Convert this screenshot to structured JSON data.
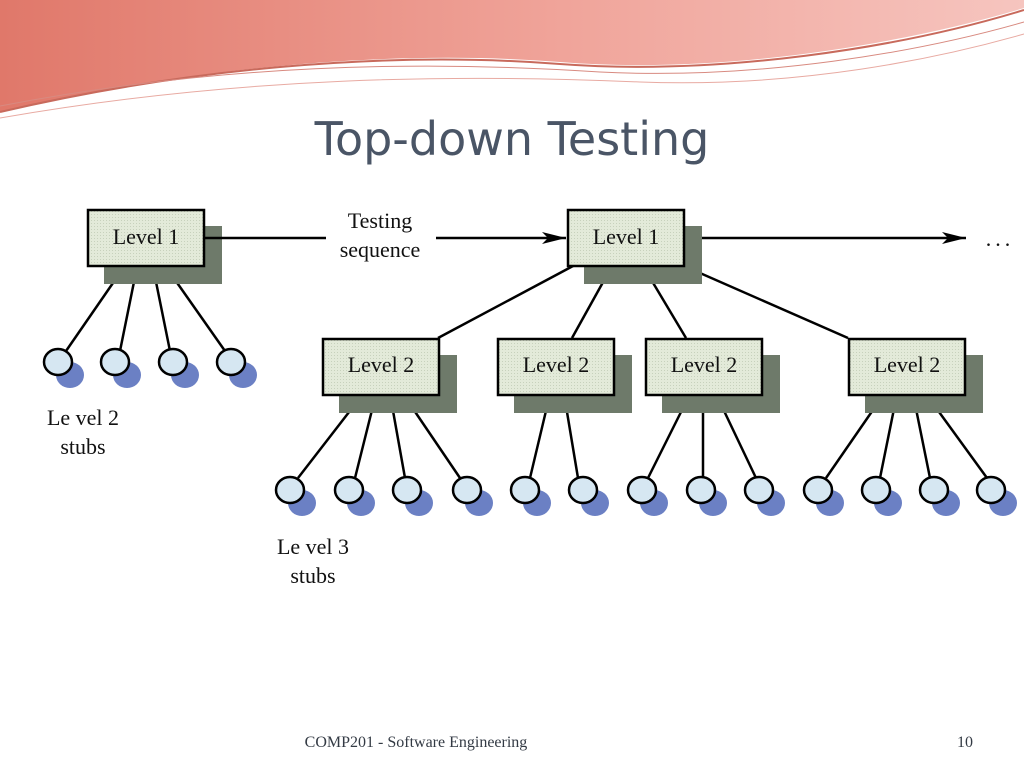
{
  "slide": {
    "title": "Top-down Testing",
    "footer": "COMP201 - Software Engineering",
    "page_number": "10"
  },
  "diagram": {
    "level1_label": "Level 1",
    "level2_label": "Level 2",
    "arrow_label_line1": "Testing",
    "arrow_label_line2": "sequence",
    "ellipsis": "...",
    "level2_stubs_line1": "Le vel 2",
    "level2_stubs_line2": "stubs",
    "level3_stubs_line1": "Le vel 3",
    "level3_stubs_line2": "stubs"
  },
  "colors": {
    "title": "#4a5566",
    "box_fill": "#dfe7d7",
    "box_shadow": "#6e7a6a",
    "stub_fill": "#d6e7f2",
    "stub_shadow": "#6b80c4",
    "header_swoosh": "#e07a6e"
  }
}
